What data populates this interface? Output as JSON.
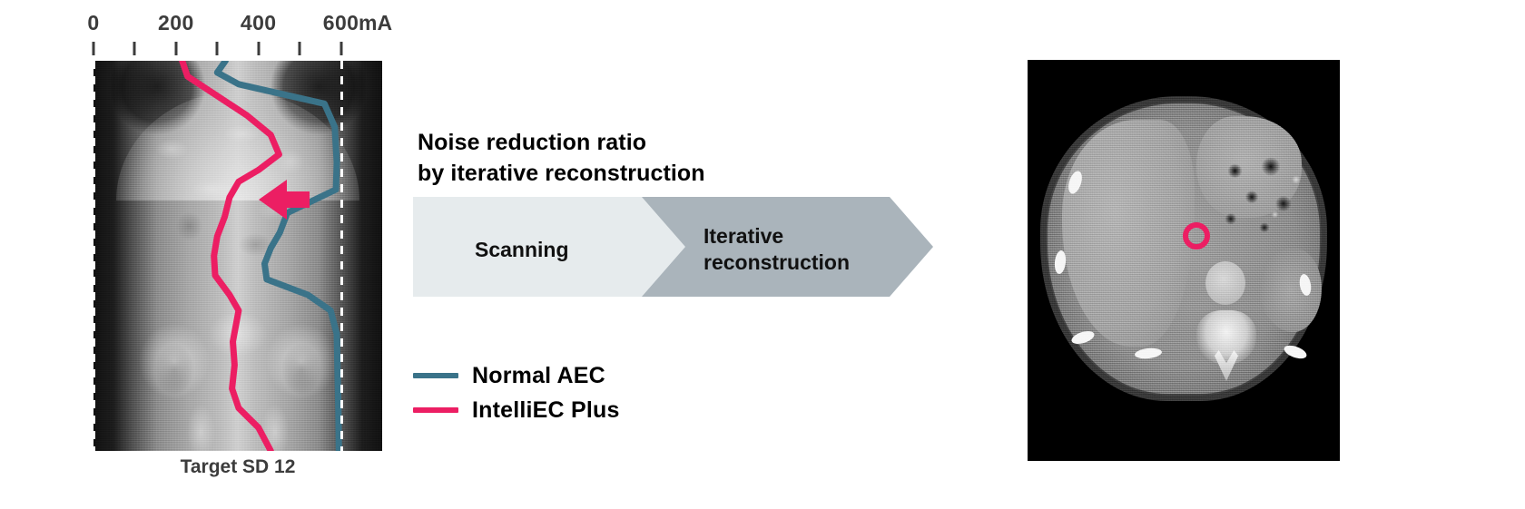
{
  "colors": {
    "normal_aec": "#3a7389",
    "intellec_plus": "#ec1e63",
    "scan_band": "#e6ebed",
    "ir_band": "#aab4bb",
    "axis_text": "#3c3c3c",
    "caption_text": "#3c3c3c",
    "heading_text": "#000000",
    "guide_line": "#ffffff"
  },
  "scout_panel": {
    "axis": {
      "unit": "mA",
      "tick_labels": [
        "0",
        "200",
        "400",
        "600"
      ],
      "tick_label_values": [
        0,
        200,
        400,
        600
      ],
      "tick_values": [
        0,
        100,
        200,
        300,
        400,
        500,
        600
      ],
      "range": [
        0,
        700
      ]
    },
    "caption": "Target SD 12",
    "guide_lines_mA": [
      0,
      600
    ],
    "arrow_annotation": "mA-reduction-arrow",
    "image_name": "ap-scout-radiograph-abdomen-pelvis"
  },
  "center": {
    "headline": "Noise reduction ratio\nby iterative reconstruction",
    "flow": {
      "stage_1_label": "Scanning",
      "stage_2_label": "Iterative\nreconstruction"
    }
  },
  "legend": {
    "items": [
      {
        "label": "Normal AEC",
        "color": "#3a7389"
      },
      {
        "label": "IntelliEC Plus",
        "color": "#ec1e63"
      }
    ]
  },
  "ct_panel": {
    "image_name": "axial-ct-upper-abdomen",
    "roi_marker": {
      "name": "roi-circle",
      "color": "#ec1e63"
    }
  },
  "chart_data": {
    "type": "line",
    "title": "Tube current (mA) along z-axis for Normal AEC vs IntelliEC Plus",
    "xlabel": "mA",
    "ylabel": "",
    "xlim": [
      0,
      700
    ],
    "ylim_description": "craniocaudal position along scout (top = cranial, bottom = caudal)",
    "grid": false,
    "legend_position": "below-left",
    "xticks": [
      0,
      100,
      200,
      300,
      400,
      500,
      600
    ],
    "xtick_labels": [
      "0",
      "",
      "200",
      "",
      "400",
      "",
      "600"
    ],
    "reference_lines": [
      {
        "value": 0,
        "style": "dashed",
        "color": "#ffffff"
      },
      {
        "value": 600,
        "style": "dashed",
        "color": "#ffffff"
      }
    ],
    "orientation": "horizontal-value-vertical-position",
    "series": [
      {
        "name": "Normal AEC",
        "color": "#3a7389",
        "points": [
          {
            "pos": 0.0,
            "mA": 320
          },
          {
            "pos": 0.03,
            "mA": 300
          },
          {
            "pos": 0.06,
            "mA": 352
          },
          {
            "pos": 0.11,
            "mA": 560
          },
          {
            "pos": 0.17,
            "mA": 585
          },
          {
            "pos": 0.26,
            "mA": 590
          },
          {
            "pos": 0.33,
            "mA": 588
          },
          {
            "pos": 0.39,
            "mA": 470
          },
          {
            "pos": 0.44,
            "mA": 452
          },
          {
            "pos": 0.48,
            "mA": 430
          },
          {
            "pos": 0.52,
            "mA": 415
          },
          {
            "pos": 0.56,
            "mA": 420
          },
          {
            "pos": 0.6,
            "mA": 520
          },
          {
            "pos": 0.64,
            "mA": 575
          },
          {
            "pos": 0.7,
            "mA": 590
          },
          {
            "pos": 0.8,
            "mA": 592
          },
          {
            "pos": 0.9,
            "mA": 594
          },
          {
            "pos": 1.0,
            "mA": 595
          }
        ]
      },
      {
        "name": "IntelliEC Plus",
        "color": "#ec1e63",
        "points": [
          {
            "pos": 0.0,
            "mA": 215
          },
          {
            "pos": 0.04,
            "mA": 228
          },
          {
            "pos": 0.09,
            "mA": 300
          },
          {
            "pos": 0.14,
            "mA": 372
          },
          {
            "pos": 0.19,
            "mA": 430
          },
          {
            "pos": 0.24,
            "mA": 450
          },
          {
            "pos": 0.28,
            "mA": 400
          },
          {
            "pos": 0.31,
            "mA": 352
          },
          {
            "pos": 0.35,
            "mA": 330
          },
          {
            "pos": 0.4,
            "mA": 318
          },
          {
            "pos": 0.45,
            "mA": 300
          },
          {
            "pos": 0.5,
            "mA": 292
          },
          {
            "pos": 0.55,
            "mA": 295
          },
          {
            "pos": 0.6,
            "mA": 330
          },
          {
            "pos": 0.64,
            "mA": 352
          },
          {
            "pos": 0.68,
            "mA": 345
          },
          {
            "pos": 0.72,
            "mA": 338
          },
          {
            "pos": 0.78,
            "mA": 342
          },
          {
            "pos": 0.84,
            "mA": 336
          },
          {
            "pos": 0.89,
            "mA": 352
          },
          {
            "pos": 0.94,
            "mA": 400
          },
          {
            "pos": 1.0,
            "mA": 430
          }
        ]
      }
    ]
  }
}
